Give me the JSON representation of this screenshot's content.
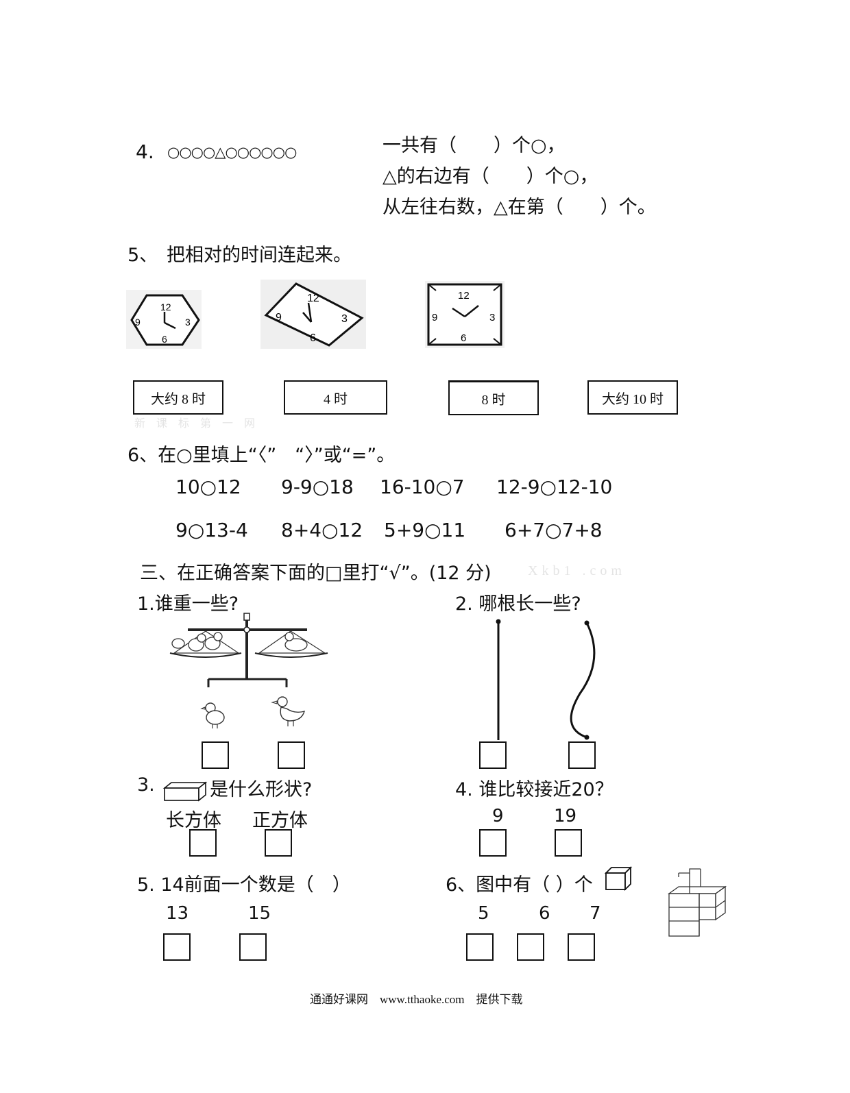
{
  "q4": {
    "number": "4.",
    "sequence": "○○○○△○○○○○○",
    "line1": "一共有（　　）个○，",
    "line2": "△的右边有（　　）个○，",
    "line3": "从左往右数，△在第（　　）个。"
  },
  "q5": {
    "number": "5、",
    "text": "把相对的时间连起来。",
    "clock_labels": {
      "twelve": "12",
      "three": "3",
      "six": "6",
      "nine": "9"
    },
    "times": [
      "大约 8 时",
      "4 时",
      "8 时",
      "大约 10 时"
    ]
  },
  "q6": {
    "title": "6、在○里填上“〈”　“〉”或“=”。",
    "row1": [
      "10○12",
      "9-9○18",
      "16-10○7",
      "12-9○12-10"
    ],
    "row2": [
      "9○13-4",
      "8+4○12",
      "5+9○11",
      "6+7○7+8"
    ]
  },
  "section3": {
    "title": "三、在正确答案下面的□里打“√”。(12 分)",
    "watermark": "Xkb1 .com"
  },
  "p1": {
    "title": "1.谁重一些?"
  },
  "p2": {
    "title": "2. 哪根长一些?"
  },
  "p3": {
    "number": "3.",
    "text": "是什么形状?",
    "options": [
      "长方体",
      "正方体"
    ]
  },
  "p4": {
    "title": "4. 谁比较接近20？",
    "options": [
      "9",
      "19"
    ]
  },
  "p5": {
    "title": "5. 14前面一个数是（　）",
    "options": [
      "13",
      "15"
    ]
  },
  "p6": {
    "title_a": "6、图中有（ ）个",
    "options": [
      "5",
      "6",
      "7"
    ]
  },
  "watermark_small": "新 课 标 第 一 网",
  "footer": "通通好课网　www.tthaoke.com　提供下载"
}
